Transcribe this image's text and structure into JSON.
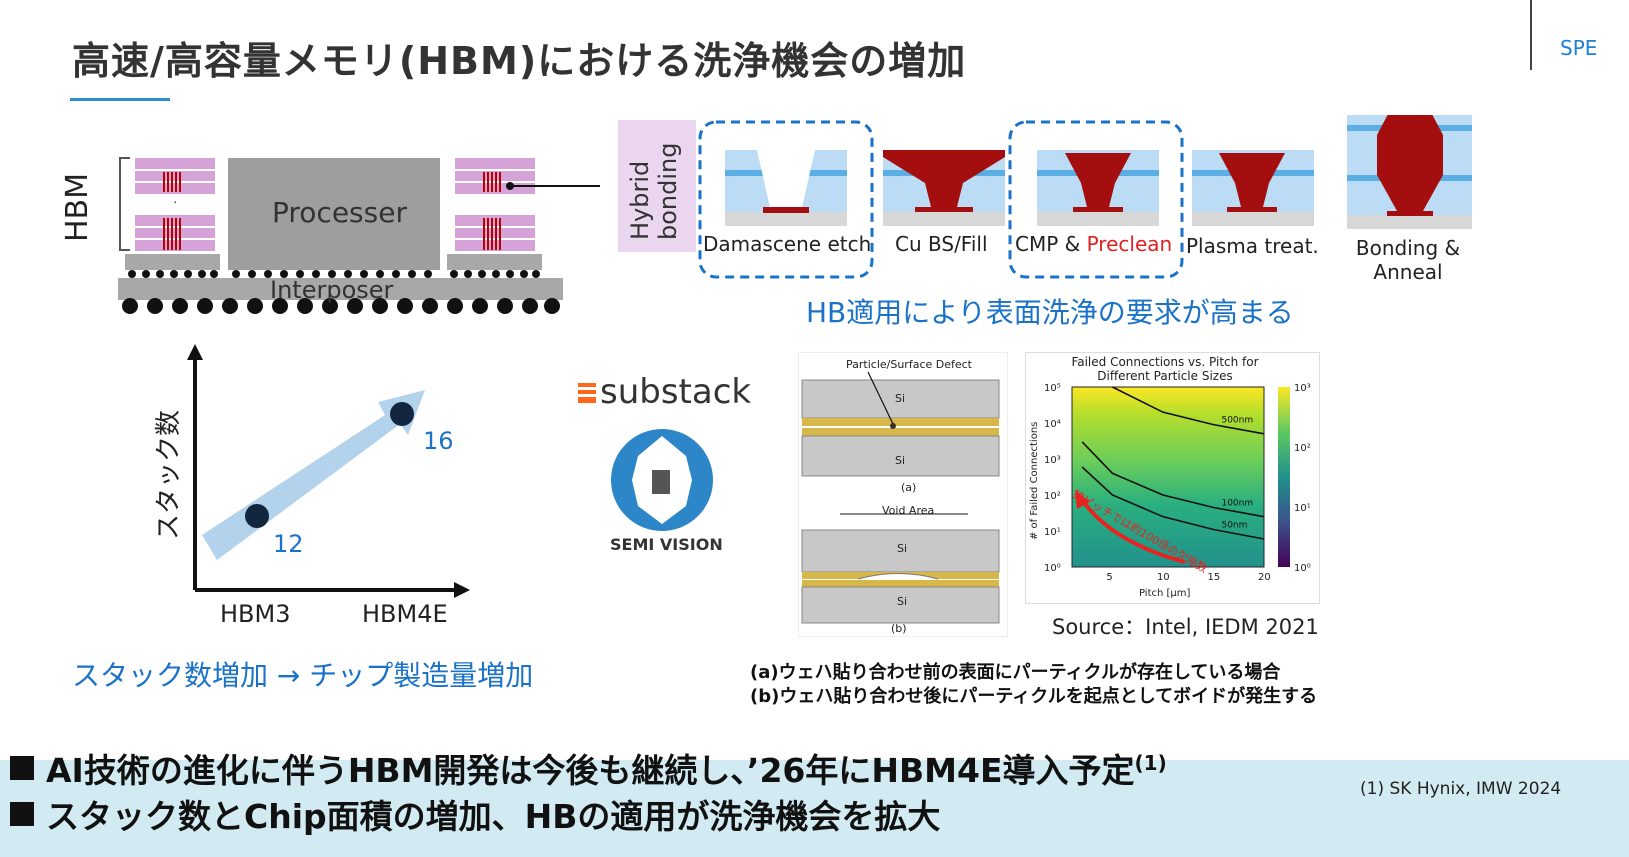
{
  "title": "高速/高容量メモリ(HBM)における洗浄機会の増加",
  "corner_label": "SPE",
  "package": {
    "hbm_label": "HBM",
    "processor_label": "Processer",
    "interposer_label": "Interposer"
  },
  "hybrid_bonding_label": "Hybrid bonding",
  "process_steps": [
    {
      "label": "Damascene etch",
      "highlighted": true
    },
    {
      "label": "Cu BS/Fill",
      "highlighted": false
    },
    {
      "label_prefix": "CMP & ",
      "label_highlight": "Preclean",
      "highlighted": true
    },
    {
      "label": "Plasma treat.",
      "highlighted": false
    },
    {
      "label": "Bonding &",
      "label2": "Anneal",
      "highlighted": false
    }
  ],
  "hb_message": "HB適用により表面洗浄の要求が高まる",
  "stack_chart": {
    "ylabel": "スタック数",
    "categories": [
      "HBM3",
      "HBM4E"
    ],
    "values": [
      12,
      16
    ]
  },
  "stack_message": "スタック数増加 → チップ製造量増加",
  "logos": {
    "substack": "substack",
    "semi_vision": "SEMI VISION"
  },
  "defect_figure": {
    "panel_a_label": "Particle/Surface Defect",
    "panel_b_label": "Void Area",
    "si": "Si",
    "a": "(a)",
    "b": "(b)"
  },
  "chart_data": {
    "type": "heatmap",
    "title": "Failed Connections vs. Pitch for Different Particle Sizes",
    "xlabel": "Pitch [μm]",
    "ylabel": "# of Failed Connections",
    "x_ticks": [
      "5",
      "10",
      "15",
      "20"
    ],
    "y_ticks": [
      "10⁰",
      "10¹",
      "10²",
      "10³",
      "10⁴",
      "10⁵"
    ],
    "colorbar_ticks": [
      "10⁰",
      "10¹",
      "10²",
      "10³"
    ],
    "xlim": [
      1,
      20
    ],
    "ylim_log10": [
      0,
      5
    ],
    "scale": "log",
    "series": [
      {
        "name": "500nm",
        "x": [
          5,
          10,
          15,
          20
        ],
        "y": [
          100000,
          20000,
          9000,
          5000
        ]
      },
      {
        "name": "100nm",
        "x": [
          2,
          5,
          10,
          15,
          20
        ],
        "y": [
          3000,
          400,
          100,
          45,
          25
        ]
      },
      {
        "name": "50nm",
        "x": [
          2,
          5,
          10,
          15,
          20
        ],
        "y": [
          600,
          100,
          25,
          11,
          6
        ]
      }
    ],
    "annotation": "狭ピッチでは約100倍の欠陥数"
  },
  "source_text": "Source：Intel, IEDM 2021",
  "captions": [
    "(a)ウェハ貼り合わせ前の表面にパーティクルが存在している場合",
    "(b)ウェハ貼り合わせ後にパーティクルを起点としてボイドが発生する"
  ],
  "bullets": [
    "AI技術の進化に伴うHBM開発は今後も継続し、’26年にHBM4E導入予定",
    "スタック数とChip面積の増加、HBの適用が洗浄機会を拡大"
  ],
  "bullet1_sup": "(1)",
  "footnote": "(1) SK Hynix, IMW 2024",
  "colors": {
    "accent_blue": "#1a72c9",
    "copper_red": "#a50e0e",
    "bottom_band": "#d2eaf1"
  }
}
